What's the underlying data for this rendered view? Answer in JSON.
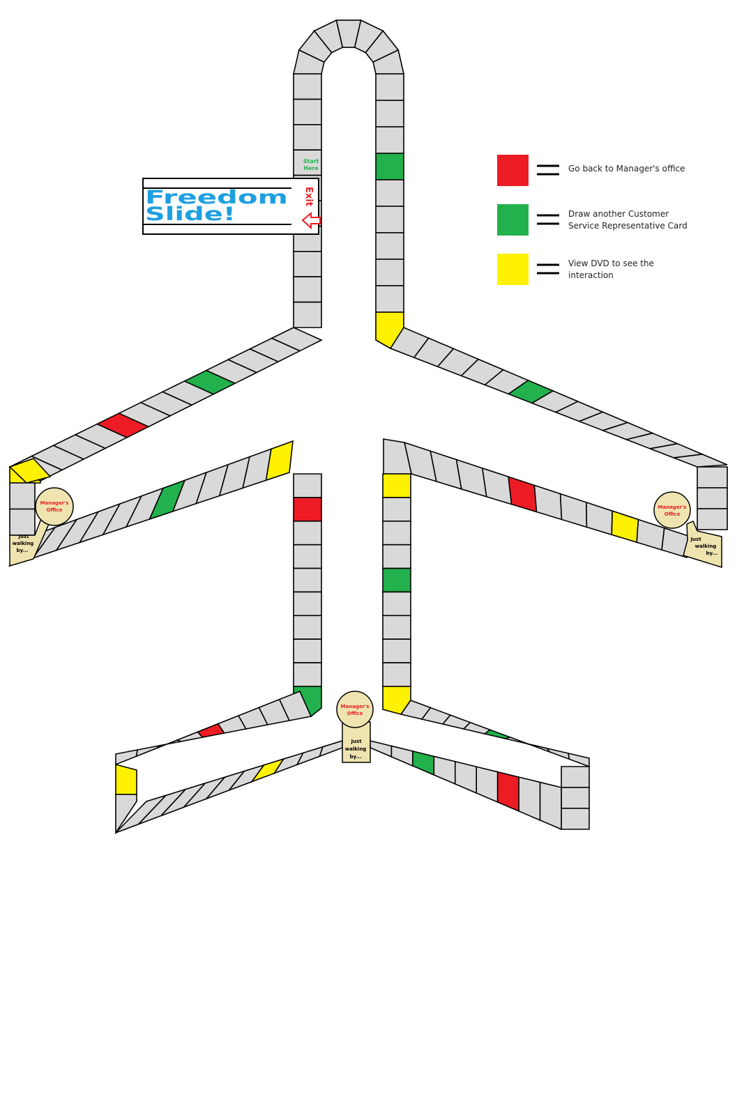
{
  "board": {
    "banner_line1": "Freedom",
    "banner_line2": "Slide!",
    "exit_label": "Exit",
    "start_line1": "Start",
    "start_line2": "Here"
  },
  "offices": [
    {
      "line1": "Manager's",
      "line2": "Office",
      "walk1": "Just",
      "walk2": "walking",
      "walk3": "by..."
    },
    {
      "line1": "Manager's",
      "line2": "Office",
      "walk1": "Just",
      "walk2": "walking",
      "walk3": "by..."
    },
    {
      "line1": "Manager's",
      "line2": "Office",
      "walk1": "Just",
      "walk2": "walking",
      "walk3": "by..."
    }
  ],
  "legend": [
    {
      "color": "#ed1c24",
      "line1": "Go back to Manager's office",
      "line2": ""
    },
    {
      "color": "#22b14c",
      "line1": "Draw another Customer",
      "line2": "Service Representative Card"
    },
    {
      "color": "#fff200",
      "line1": "View DVD to see the",
      "line2": "interaction"
    }
  ],
  "colors": {
    "space": "#d9d9d9",
    "red": "#ed1c24",
    "green": "#22b14c",
    "yellow": "#fff200",
    "office": "#efe4b0",
    "banner_text": "#1e9fe0",
    "exit": "#ed1c24",
    "start": "#22b14c"
  }
}
